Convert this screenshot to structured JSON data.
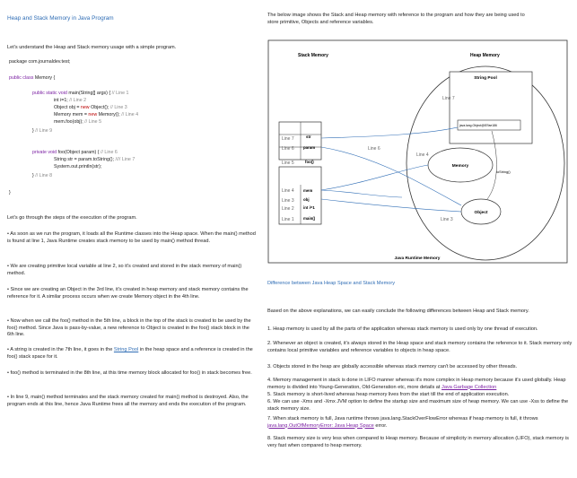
{
  "left": {
    "title": "Heap and Stack Memory in Java Program",
    "intro": "Let's understand the Heap and Stack memory usage with a simple program.",
    "code": {
      "pkg": "package com.journaldev.test;",
      "cls_kw": "public class",
      "cls_name": "Memory {",
      "main_sig_kw": "public static void",
      "main_sig": "main(String[] args) {",
      "main_sig_cm": "// Line 1",
      "l2": "int i=1;",
      "l2_cm": "// Line 2",
      "l3a": "Object obj =",
      "l3_new": "new",
      "l3b": "Object();",
      "l3_cm": "// Line 3",
      "l4a": "Memory mem =",
      "l4_new": "new",
      "l4b": "Memory();",
      "l4_cm": "// Line 4",
      "l5": "mem.foo(obj);",
      "l5_cm": "// Line 5",
      "l9": "}",
      "l9_cm": "// Line 9",
      "foo_kw": "private void",
      "foo_sig": "foo(Object param) {",
      "foo_cm": "// Line 6",
      "l7": "String str = param.toString();",
      "l7_cm": "//// Line 7",
      "l7b": "System.out.println(str);",
      "l8": "}",
      "l8_cm": "// Line 8",
      "end": "}"
    },
    "steps_intro": "Let's go through the steps of the execution of the program.",
    "bullets": [
      "As soon as we run the program, it loads all the Runtime classes into the Heap space. When the main() method is found at line 1, Java Runtime creates stack memory to be used by main() method thread.",
      "We are creating primitive local variable at line 2, so it's created and stored in the stack memory of main() method.",
      "Since we are creating an Object in the 3rd line, it's created in heap memory and stack memory contains the reference for it. A similar process occurs when we create Memory object in the 4th line.",
      "Now when we call the foo() method in the 5th line, a block in the top of the stack is created to be used by the foo() method. Since Java is pass-by-value, a new reference to Object is created in the foo() stack block in the 6th line."
    ],
    "bullet5_a": "A string is created in the 7th line, it goes in the",
    "bullet5_link": "String Pool",
    "bullet5_b": "in the heap space and a reference is created in the foo() stack space for it.",
    "bullet6": "foo() method is terminated in the 8th line, at this time memory block allocated for foo() in stack becomes free.",
    "bullet7": "In line 9, main() method terminates and the stack memory created for main() method is destroyed. Also, the program ends at this line, hence Java Runtime frees all the memory and ends the execution of the program."
  },
  "right": {
    "intro": "The below image shows the Stack and Heap memory with reference to the program and how they are being used to store primitive, Objects and reference variables.",
    "diagram": {
      "stack_title": "Stack Memory",
      "heap_title": "Heap Memory",
      "string_pool": "String Pool",
      "pool_value": "java.lang.Object@87fae186",
      "foo_rows": [
        {
          "line": "Line 7",
          "var": "str"
        },
        {
          "line": "Line 6",
          "var": "param"
        },
        {
          "line": "Line 5",
          "var": "foo()"
        }
      ],
      "main_rows": [
        {
          "line": "Line 4",
          "var": "mem"
        },
        {
          "line": "Line 3",
          "var": "obj"
        },
        {
          "line": "Line 2",
          "var": "int i=1"
        },
        {
          "line": "Line 1",
          "var": "main()"
        }
      ],
      "heap_line7": "Line 7",
      "heap_line6": "Line 6",
      "heap_line4": "Line 4",
      "heap_line3": "Line 3",
      "memory_label": "Memory",
      "object_label": "Object",
      "tostring_label": "toString()",
      "caption": "Java Runtime Memory"
    },
    "section_title": "Difference between Java Heap Space and Stack Memory",
    "conclusion": "Based on the above explanations, we can easily conclude the following differences between Heap and Stack memory.",
    "p1": "1. Heap memory is used by all the parts of the application whereas stack memory is used only by one thread of execution.",
    "p2": "2. Whenever an object is created, it's always stored in the Heap space and stack memory contains the reference to it. Stack memory only contains local primitive variables and reference variables to objects in heap space.",
    "p3": "3. Objects stored in the heap are globally accessible whereas stack memory can't be accessed by other threads.",
    "p4_a": "4. Memory management in stack is done in LIFO manner whereas it's more complex in Heap memory because it's used globally. Heap memory is divided into Young-Generation, Old-Generation etc, more details at",
    "p4_link": "Java Garbage Collection",
    "p5": "5. Stack memory is short-lived whereas heap memory lives from the start till the end of application execution.",
    "p6": "6. We can use -Xms and -Xmx JVM option to define the startup size and maximum size of heap memory. We can use -Xss to define the stack memory size.",
    "p7_a": "7. When stack memory is full, Java runtime throws java.lang.StackOverFlowError whereas if heap memory is full, it throws",
    "p7_link": "java.lang.OutOfMemoryError: Java Heap Space",
    "p7_b": "error.",
    "p8": "8. Stack memory size is very less when compared to Heap memory. Because of simplicity in memory allocation (LIFO), stack memory is very fast when compared to heap memory."
  }
}
